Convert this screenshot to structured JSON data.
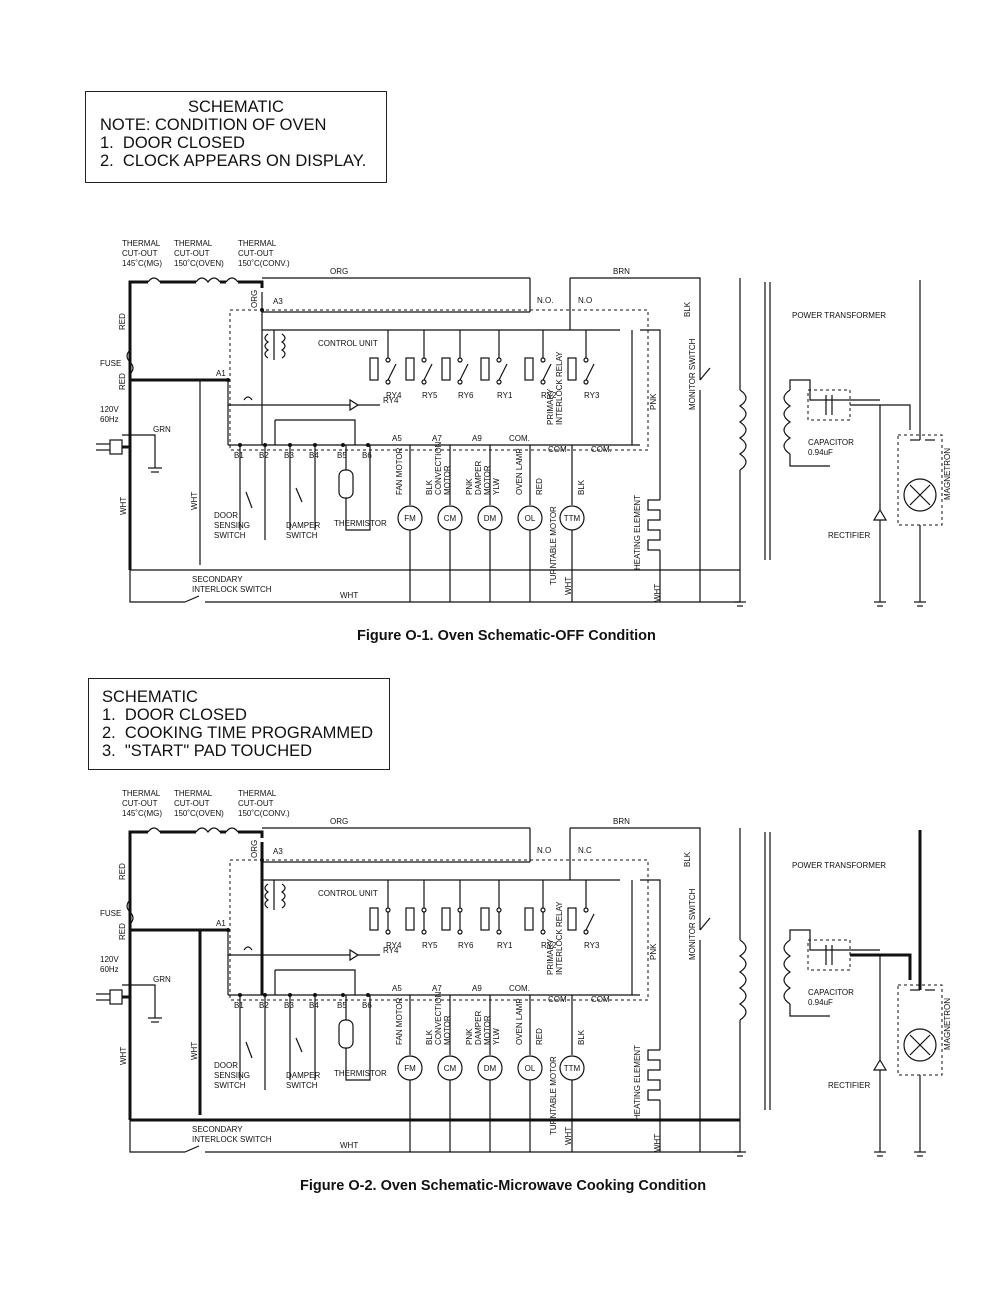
{
  "note1": {
    "title": "SCHEMATIC",
    "line1": "NOTE: CONDITION OF OVEN",
    "line2": "1.  DOOR CLOSED",
    "line3": "2.  CLOCK APPEARS ON DISPLAY."
  },
  "note2": {
    "title": "SCHEMATIC",
    "line1": "1.  DOOR CLOSED",
    "line2": "2.  COOKING TIME PROGRAMMED",
    "line3": "3.  \"START\" PAD TOUCHED"
  },
  "captions": {
    "fig1": "Figure O-1. Oven Schematic-OFF Condition",
    "fig2": "Figure O-2. Oven Schematic-Microwave Cooking Condition"
  },
  "schematic1": {
    "tco1": [
      "THERMAL",
      "CUT-OUT",
      "145˚C(MG)"
    ],
    "tco2": [
      "THERMAL",
      "CUT-OUT",
      "150˚C(OVEN)"
    ],
    "tco3": [
      "THERMAL",
      "CUT-OUT",
      "150˚C(CONV.)"
    ],
    "power": [
      "120V",
      "60Hz"
    ],
    "red1": "RED",
    "red2": "RED",
    "fuse": "FUSE",
    "grn": "GRN",
    "wht1": "WHT",
    "wht2": "WHT",
    "wht3": "WHT",
    "wht4": "WHT",
    "wht_bottom": "WHT",
    "org1": "ORG",
    "org2": "ORG",
    "brn": "BRN",
    "blk_top": "BLK",
    "blk_ttm": "BLK",
    "a1": "A1",
    "a3": "A3",
    "a5": "A5",
    "a7": "A7",
    "a9": "A9",
    "no1": "N.O.",
    "no2": "N.O",
    "com": "COM.",
    "com_relay": "COM",
    "com_ry3": "COM.",
    "control_unit": "CONTROL UNIT",
    "ry4": "RY4",
    "ry5": "RY5",
    "ry6": "RY6",
    "ry1": "RY1",
    "ry2": "RY2",
    "ry3": "RY3",
    "b1": "B1",
    "b2": "B2",
    "b3": "B3",
    "b4": "B4",
    "b5": "B5",
    "b6": "B6",
    "door_sensing": [
      "DOOR",
      "SENSING",
      "SWITCH"
    ],
    "damper_switch": [
      "DAMPER",
      "SWITCH"
    ],
    "thermistor": "THERMISTOR",
    "fan_motor": "FAN MOTOR",
    "conv_motor": [
      "BLK",
      "CONVECTION",
      "MOTOR"
    ],
    "damper_motor": [
      "PNK",
      "DAMPER",
      "MOTOR"
    ],
    "ylw": "YLW",
    "oven_lamp": "OVEN LAMP",
    "red_lamp": "RED",
    "turntable": "TURNTABLE MOTOR",
    "primary_relay": [
      "PRIMARY",
      "INTERLOCK RELAY"
    ],
    "monitor": "MONITOR SWITCH",
    "pnk": "PNK",
    "heating": "HEATING ELEMENT",
    "fm": "FM",
    "cm": "CM",
    "dm": "DM",
    "ol": "OL",
    "ttm": "TTM",
    "secondary": [
      "SECONDARY",
      "INTERLOCK SWITCH"
    ],
    "power_transformer": "POWER TRANSFORMER",
    "capacitor": [
      "CAPACITOR",
      "0.94uF"
    ],
    "rectifier": "RECTIFIER",
    "magnetron": "MAGNETRON"
  },
  "schematic2": {
    "tco1": [
      "THERMAL",
      "CUT-OUT",
      "145˚C(MG)"
    ],
    "tco2": [
      "THERMAL",
      "CUT-OUT",
      "150˚C(OVEN)"
    ],
    "tco3": [
      "THERMAL",
      "CUT-OUT",
      "150˚C(CONV.)"
    ],
    "power": [
      "120V",
      "60Hz"
    ],
    "red1": "RED",
    "red2": "RED",
    "fuse": "FUSE",
    "grn": "GRN",
    "wht1": "WHT",
    "wht2": "WHT",
    "wht3": "WHT",
    "wht4": "WHT",
    "wht_bottom": "WHT",
    "org1": "ORG",
    "org2": "ORG",
    "brn": "BRN",
    "blk_top": "BLK",
    "blk_ttm": "BLK",
    "a1": "A1",
    "a3": "A3",
    "a5": "A5",
    "a7": "A7",
    "a9": "A9",
    "no1": "N.O",
    "no2": "N.C",
    "com": "COM.",
    "com_relay": "COM",
    "com_ry3": "COM",
    "control_unit": "CONTROL UNIT",
    "ry4": "RY4",
    "ry5": "RY5",
    "ry6": "RY6",
    "ry1": "RY1",
    "ry2": "RY2",
    "ry3": "RY3",
    "b1": "B1",
    "b2": "B2",
    "b3": "B3",
    "b4": "B4",
    "b5": "B5",
    "b6": "B6",
    "door_sensing": [
      "DOOR",
      "SENSING",
      "SWITCH"
    ],
    "damper_switch": [
      "DAMPER",
      "SWITCH"
    ],
    "thermistor": "THERMISTOR",
    "fan_motor": "FAN MOTOR",
    "conv_motor": [
      "BLK",
      "CONVECTION",
      "MOTOR"
    ],
    "damper_motor": [
      "PNK",
      "DAMPER",
      "MOTOR"
    ],
    "ylw": "YLW",
    "oven_lamp": "OVEN LAMP",
    "red_lamp": "RED",
    "turntable": "TURNTABLE MOTOR",
    "primary_relay": [
      "PRIMARY",
      "INTERLOCK RELAY"
    ],
    "monitor": "MONITOR SWITCH",
    "pnk": "PNK",
    "heating": "HEATING ELEMENT",
    "fm": "FM",
    "cm": "CM",
    "dm": "DM",
    "ol": "OL",
    "ttm": "TTM",
    "secondary": [
      "SECONDARY",
      "INTERLOCK SWITCH"
    ],
    "power_transformer": "POWER TRANSFORMER",
    "capacitor": [
      "CAPACITOR",
      "0.94uF"
    ],
    "rectifier": "RECTIFIER",
    "magnetron": "MAGNETRON"
  }
}
